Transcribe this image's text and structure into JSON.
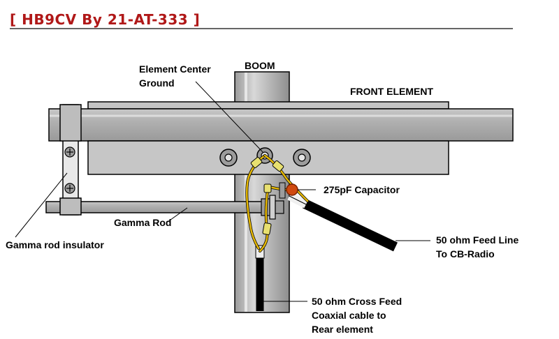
{
  "title": "[ HB9CV By 21-AT-333 ]",
  "labels": {
    "boom": "BOOM",
    "element_center_ground": [
      "Element Center",
      "Ground"
    ],
    "front_element": "FRONT ELEMENT",
    "capacitor": "275pF Capacitor",
    "gamma_rod": "Gamma Rod",
    "gamma_rod_insulator": "Gamma rod insulator",
    "feed_line": [
      "50 ohm Feed Line",
      "To CB-Radio"
    ],
    "cross_feed": [
      "50 ohm Cross Feed",
      "Coaxial cable to",
      "Rear element"
    ]
  },
  "colors": {
    "title": "#b01818",
    "title_rule": "#666666",
    "metal": "#b8b8b8",
    "plate": "#c8c8c8",
    "outline": "#000000",
    "wire": "#e6b800",
    "capacitor": "#d04a10",
    "connector": "#e8e070",
    "coax": "#111111"
  }
}
